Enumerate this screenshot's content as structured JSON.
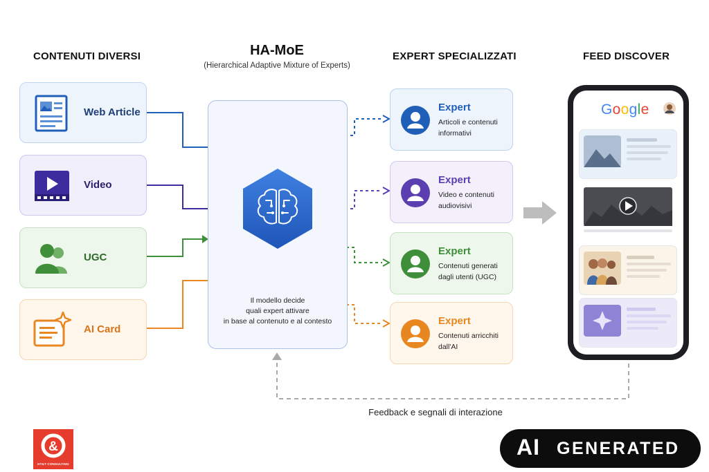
{
  "headers": {
    "inputs": "CONTENUTI DIVERSI",
    "hub_title": "HA-MoE",
    "hub_subtitle": "(Hierarchical Adaptive Mixture of Experts)",
    "experts": "EXPERT SPECIALIZZATI",
    "feed": "FEED DISCOVER"
  },
  "inputs": [
    {
      "label": "Web Article",
      "icon": "article-icon",
      "color": "#1f5fb8",
      "bg": "#eef4fc",
      "border": "#bcd3f0"
    },
    {
      "label": "Video",
      "icon": "video-play-icon",
      "color": "#3d2c9e",
      "bg": "#f1effb",
      "border": "#cdc6ee"
    },
    {
      "label": "UGC",
      "icon": "users-icon",
      "color": "#3f8f3a",
      "bg": "#eef7ec",
      "border": "#c4e2bf"
    },
    {
      "label": "AI Card",
      "icon": "ai-sparkle-card-icon",
      "color": "#e8861f",
      "bg": "#fff6ec",
      "border": "#f6d7ae"
    }
  ],
  "hub": {
    "icon": "brain-circuit-icon",
    "caption": [
      "Il modello decide",
      "quali expert attivare",
      "in base al contenuto e al contesto"
    ]
  },
  "experts": [
    {
      "title": "Expert",
      "desc": "Articoli e contenuti informativi",
      "color": "#1f5fb8",
      "bg": "#eef4fc",
      "border": "#bcd3f0"
    },
    {
      "title": "Expert",
      "desc": "Video e contenuti audiovisivi",
      "color": "#5b3fb0",
      "bg": "#f3f0fb",
      "border": "#d3cbef"
    },
    {
      "title": "Expert",
      "desc": "Contenuti generati dagli utenti (UGC)",
      "color": "#3f8f3a",
      "bg": "#eef7ec",
      "border": "#c4e2bf"
    },
    {
      "title": "Expert",
      "desc": "Contenuti arricchiti dall'AI",
      "color": "#e8861f",
      "bg": "#fff6ec",
      "border": "#f6d7ae"
    }
  ],
  "feed": {
    "brand": "Google",
    "brand_letters": [
      {
        "ch": "G",
        "color": "#4285f4"
      },
      {
        "ch": "o",
        "color": "#ea4335"
      },
      {
        "ch": "o",
        "color": "#fbbc05"
      },
      {
        "ch": "g",
        "color": "#4285f4"
      },
      {
        "ch": "l",
        "color": "#34a853"
      },
      {
        "ch": "e",
        "color": "#ea4335"
      }
    ],
    "cards": [
      {
        "kind": "article",
        "bg": "#e9f1fb"
      },
      {
        "kind": "video",
        "bg": "#ffffff"
      },
      {
        "kind": "ugc",
        "bg": "#fbf4e8"
      },
      {
        "kind": "ai",
        "bg": "#ece9f8"
      }
    ]
  },
  "feedback_label": "Feedback e segnali di interazione",
  "logo_text": "HT&T CONSULTING",
  "badge": {
    "ai": "AI",
    "generated": "GENERATED"
  }
}
